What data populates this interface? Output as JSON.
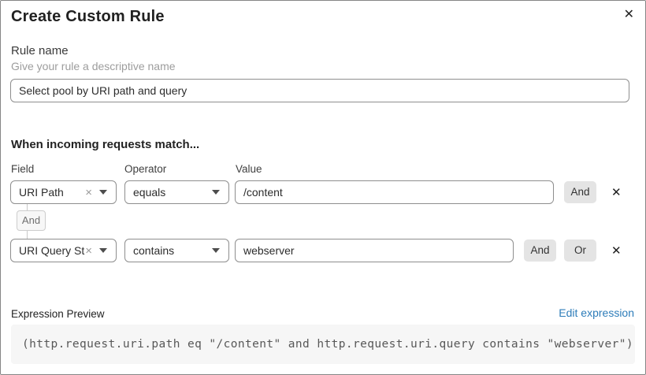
{
  "modal": {
    "title": "Create Custom Rule",
    "close_icon": "✕"
  },
  "rule_name": {
    "label": "Rule name",
    "helper": "Give your rule a descriptive name",
    "value": "Select pool by URI path and query"
  },
  "matcher": {
    "heading": "When incoming requests match...",
    "columns": {
      "field": "Field",
      "operator": "Operator",
      "value": "Value"
    },
    "rows": [
      {
        "field": "URI Path",
        "operator": "equals",
        "value": "/content",
        "buttons": [
          "And"
        ],
        "clear_icon": "×",
        "delete_icon": "✕"
      },
      {
        "field": "URI Query St...",
        "operator": "contains",
        "value": "webserver",
        "buttons": [
          "And",
          "Or"
        ],
        "clear_icon": "×",
        "delete_icon": "✕"
      }
    ],
    "connector_label": "And"
  },
  "expression": {
    "label": "Expression Preview",
    "edit_link": "Edit expression",
    "code": "(http.request.uri.path eq \"/content\" and http.request.uri.query contains \"webserver\")"
  },
  "colors": {
    "link_blue": "#2d7cb9",
    "control_border": "#8e8e8e",
    "button_gray": "#e4e4e4",
    "code_background": "#f6f6f6"
  }
}
